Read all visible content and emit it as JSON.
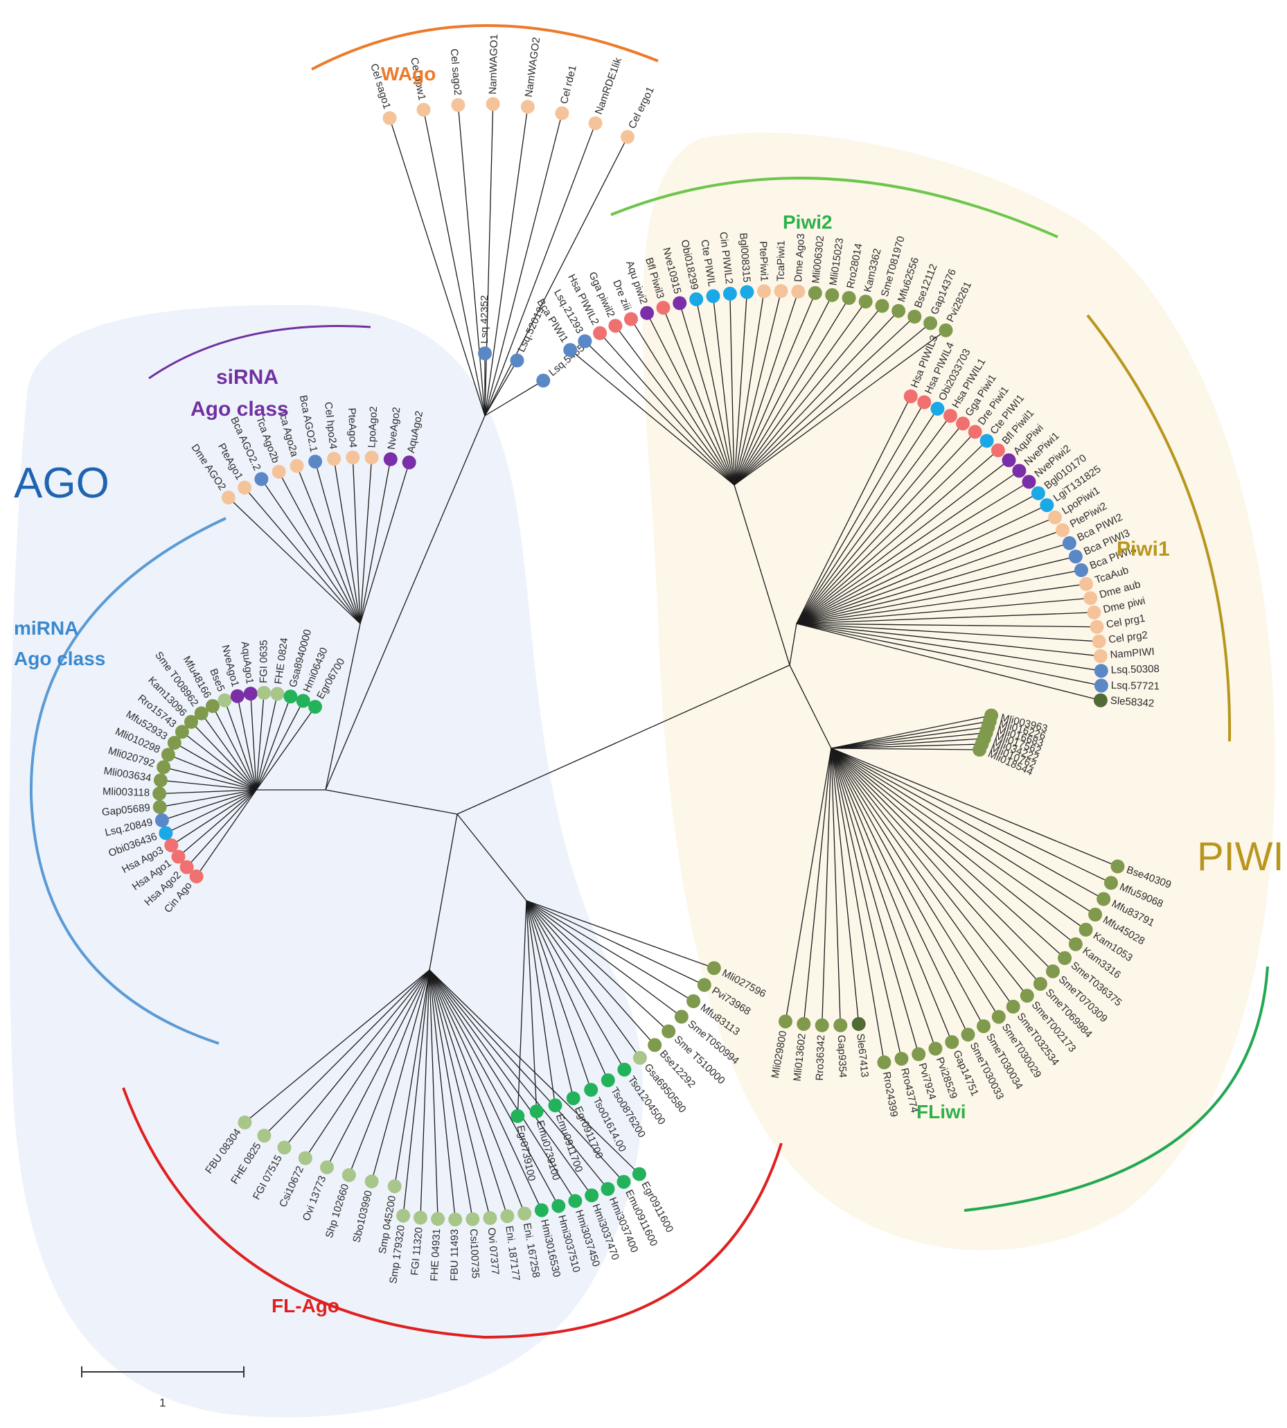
{
  "colors": {
    "ago_bg": "#eef3fb",
    "piwi_bg": "#fdf7ea",
    "wago": "#ec7a2a",
    "sirna": "#7030a0",
    "mirna": "#5b9bd5",
    "ago_big": "#1f64b0",
    "piwi2": "#3cb44b",
    "piwi1": "#b8961e",
    "fliwi": "#3cb44b",
    "flago": "#e02020",
    "pink": "#f5c39a",
    "red": "#f07070",
    "blue": "#5a87c6",
    "cyan": "#1aa8e6",
    "purple": "#7a2ea8",
    "olive": "#7f9a4c",
    "lightgreen": "#a8c68a",
    "green": "#22b35a",
    "darkgreen": "#506b34"
  },
  "clades": {
    "wago": "WAgo",
    "sirna_line1": "siRNA",
    "sirna_line2": "Ago class",
    "ago": "AGO",
    "mirna_line1": "miRNA",
    "mirna_line2": "Ago class",
    "piwi2": "Piwi2",
    "piwi1": "Piwi1",
    "piwi": "PIWI",
    "fliwi": "FLiwi",
    "flago": "FL-Ago"
  },
  "scale_label": "1",
  "leaves": [
    {
      "label": "Cel sago1",
      "color": "pink"
    },
    {
      "label": "Cel ppw1",
      "color": "pink"
    },
    {
      "label": "Cel sago2",
      "color": "pink"
    },
    {
      "label": "NamWAGO1",
      "color": "pink"
    },
    {
      "label": "NamWAGO2",
      "color": "pink"
    },
    {
      "label": "Cel rde1",
      "color": "pink"
    },
    {
      "label": "NamRDE1lik",
      "color": "pink"
    },
    {
      "label": "Cel ergo1",
      "color": "pink"
    },
    {
      "label": "Lsq.42352",
      "color": "blue"
    },
    {
      "label": "Lsq.52019",
      "color": "blue"
    },
    {
      "label": "Lsq.54857",
      "color": "blue"
    },
    {
      "label": "Dme AGO2",
      "color": "pink"
    },
    {
      "label": "PteAgo1",
      "color": "pink"
    },
    {
      "label": "Bca AGO2.2",
      "color": "blue"
    },
    {
      "label": "Tca Ago2b",
      "color": "pink"
    },
    {
      "label": "Tca Ago2a",
      "color": "pink"
    },
    {
      "label": "Bca AGO2.1",
      "color": "blue"
    },
    {
      "label": "Cel hpo24",
      "color": "pink"
    },
    {
      "label": "PteAgo4",
      "color": "pink"
    },
    {
      "label": "LpoAgo2",
      "color": "pink"
    },
    {
      "label": "NveAgo2",
      "color": "purple"
    },
    {
      "label": "AquAgo2",
      "color": "purple"
    },
    {
      "label": "Cin Ago",
      "color": "red"
    },
    {
      "label": "Hsa Ago2",
      "color": "red"
    },
    {
      "label": "Hsa Ago1",
      "color": "red"
    },
    {
      "label": "Hsa Ago3",
      "color": "red"
    },
    {
      "label": "Obi036436",
      "color": "cyan"
    },
    {
      "label": "Lsq.20849",
      "color": "blue"
    },
    {
      "label": "Gap05689",
      "color": "olive"
    },
    {
      "label": "Mli003118",
      "color": "olive"
    },
    {
      "label": "Mli003634",
      "color": "olive"
    },
    {
      "label": "Mli020792",
      "color": "olive"
    },
    {
      "label": "Mli010298",
      "color": "olive"
    },
    {
      "label": "Mfu52933",
      "color": "olive"
    },
    {
      "label": "Rro15743",
      "color": "olive"
    },
    {
      "label": "Kam13096",
      "color": "olive"
    },
    {
      "label": "Sme T008962",
      "color": "olive"
    },
    {
      "label": "Mfu48166",
      "color": "olive"
    },
    {
      "label": "Bse5",
      "color": "lightgreen"
    },
    {
      "label": "NveAgo1",
      "color": "purple"
    },
    {
      "label": "AquAgo1",
      "color": "purple"
    },
    {
      "label": "FGI 0635",
      "color": "lightgreen"
    },
    {
      "label": "FHE 0824",
      "color": "lightgreen"
    },
    {
      "label": "Gsa8940000",
      "color": "green"
    },
    {
      "label": "Hmi06430",
      "color": "green"
    },
    {
      "label": "Egr06700",
      "color": "green"
    },
    {
      "label": "Bca PIWI1",
      "color": "blue"
    },
    {
      "label": "Lsq.21293",
      "color": "blue"
    },
    {
      "label": "Hsa PIWIL2",
      "color": "red"
    },
    {
      "label": "Gga piwil2",
      "color": "red"
    },
    {
      "label": "Dre ziii",
      "color": "red"
    },
    {
      "label": "Aqu piwi2",
      "color": "purple"
    },
    {
      "label": "Bfl Piwil3",
      "color": "red"
    },
    {
      "label": "Nve10915",
      "color": "purple"
    },
    {
      "label": "Obi018299",
      "color": "cyan"
    },
    {
      "label": "Cte PIWIL",
      "color": "cyan"
    },
    {
      "label": "Cin PIWIL2",
      "color": "cyan"
    },
    {
      "label": "Bgl008315",
      "color": "cyan"
    },
    {
      "label": "PtePiwi1",
      "color": "pink"
    },
    {
      "label": "TcaPiwi1",
      "color": "pink"
    },
    {
      "label": "Dme Ago3",
      "color": "pink"
    },
    {
      "label": "Mli006302",
      "color": "olive"
    },
    {
      "label": "Mli015023",
      "color": "olive"
    },
    {
      "label": "Rro28014",
      "color": "olive"
    },
    {
      "label": "Kam3362",
      "color": "olive"
    },
    {
      "label": "SmeT081970",
      "color": "olive"
    },
    {
      "label": "Mfu62556",
      "color": "olive"
    },
    {
      "label": "Bse12112",
      "color": "olive"
    },
    {
      "label": "Gap14376",
      "color": "olive"
    },
    {
      "label": "Pvi28261",
      "color": "olive"
    },
    {
      "label": "Hsa PIWIL3",
      "color": "red"
    },
    {
      "label": "Hsa PIWIL4",
      "color": "red"
    },
    {
      "label": "Obi2033703",
      "color": "cyan"
    },
    {
      "label": "Hsa PIWIL1",
      "color": "red"
    },
    {
      "label": "Gga Piwi1",
      "color": "red"
    },
    {
      "label": "Dre Piwi1",
      "color": "red"
    },
    {
      "label": "Cte PIWI1",
      "color": "cyan"
    },
    {
      "label": "Bfl Piwil1",
      "color": "red"
    },
    {
      "label": "AquPiwi",
      "color": "purple"
    },
    {
      "label": "NvePiwi1",
      "color": "purple"
    },
    {
      "label": "NvePiwi2",
      "color": "purple"
    },
    {
      "label": "Bgl010170",
      "color": "cyan"
    },
    {
      "label": "LgiT131825",
      "color": "cyan"
    },
    {
      "label": "LpoPiwi1",
      "color": "pink"
    },
    {
      "label": "PtePiwi2",
      "color": "pink"
    },
    {
      "label": "Bca PIWI2",
      "color": "blue"
    },
    {
      "label": "Bca PIWI3",
      "color": "blue"
    },
    {
      "label": "Bca PIWI4",
      "color": "blue"
    },
    {
      "label": "TcaAub",
      "color": "pink"
    },
    {
      "label": "Dme aub",
      "color": "pink"
    },
    {
      "label": "Dme piwi",
      "color": "pink"
    },
    {
      "label": "Cel prg1",
      "color": "pink"
    },
    {
      "label": "Cel prg2",
      "color": "pink"
    },
    {
      "label": "NamPIWI",
      "color": "pink"
    },
    {
      "label": "Lsq.50308",
      "color": "blue"
    },
    {
      "label": "Lsq.57721",
      "color": "blue"
    },
    {
      "label": "Sle58342",
      "color": "darkgreen"
    },
    {
      "label": "Mli003963",
      "color": "olive"
    },
    {
      "label": "Mli016226",
      "color": "olive"
    },
    {
      "label": "Mli016683",
      "color": "olive"
    },
    {
      "label": "Mli017562",
      "color": "olive"
    },
    {
      "label": "Mli034222",
      "color": "olive"
    },
    {
      "label": "Mli010762",
      "color": "olive"
    },
    {
      "label": "Mli018544",
      "color": "olive"
    },
    {
      "label": "Bse40309",
      "color": "olive"
    },
    {
      "label": "Mfu59068",
      "color": "olive"
    },
    {
      "label": "Mfu83791",
      "color": "olive"
    },
    {
      "label": "Mfu45028",
      "color": "olive"
    },
    {
      "label": "Kam1053",
      "color": "olive"
    },
    {
      "label": "Kam3316",
      "color": "olive"
    },
    {
      "label": "SmeT036375",
      "color": "olive"
    },
    {
      "label": "SmeT070309",
      "color": "olive"
    },
    {
      "label": "SmeT069984",
      "color": "olive"
    },
    {
      "label": "SmeT002173",
      "color": "olive"
    },
    {
      "label": "SmeT032534",
      "color": "olive"
    },
    {
      "label": "SmeT030029",
      "color": "olive"
    },
    {
      "label": "SmeT030034",
      "color": "olive"
    },
    {
      "label": "SmeT030033",
      "color": "olive"
    },
    {
      "label": "Gap14751",
      "color": "olive"
    },
    {
      "label": "Pvi28529",
      "color": "olive"
    },
    {
      "label": "Pvi7924",
      "color": "olive"
    },
    {
      "label": "Rro43774",
      "color": "olive"
    },
    {
      "label": "Rro24399",
      "color": "olive"
    },
    {
      "label": "Sle67413",
      "color": "darkgreen"
    },
    {
      "label": "Gap9354",
      "color": "olive"
    },
    {
      "label": "Rro36342",
      "color": "olive"
    },
    {
      "label": "Mli013602",
      "color": "olive"
    },
    {
      "label": "Mli029800",
      "color": "olive"
    },
    {
      "label": "Mli027596",
      "color": "olive"
    },
    {
      "label": "Pvi73968",
      "color": "olive"
    },
    {
      "label": "Mfu83113",
      "color": "olive"
    },
    {
      "label": "SmeT050994",
      "color": "olive"
    },
    {
      "label": "Sme T510000",
      "color": "olive"
    },
    {
      "label": "Bse12292",
      "color": "olive"
    },
    {
      "label": "Gsa6950580",
      "color": "lightgreen"
    },
    {
      "label": "Tso1204500",
      "color": "green"
    },
    {
      "label": "Tso0876200",
      "color": "green"
    },
    {
      "label": "Tso01614.00",
      "color": "green"
    },
    {
      "label": "Egr0911700",
      "color": "green"
    },
    {
      "label": "Emu0911700",
      "color": "green"
    },
    {
      "label": "Emu0739100",
      "color": "green"
    },
    {
      "label": "Egr0739100",
      "color": "green"
    },
    {
      "label": "Egr0911600",
      "color": "green"
    },
    {
      "label": "Emu0911600",
      "color": "green"
    },
    {
      "label": "Hmi3037400",
      "color": "green"
    },
    {
      "label": "Hmi3037470",
      "color": "green"
    },
    {
      "label": "Hmi3037450",
      "color": "green"
    },
    {
      "label": "Hmi3037510",
      "color": "green"
    },
    {
      "label": "Hmi3016530",
      "color": "green"
    },
    {
      "label": "Eni. 167258",
      "color": "lightgreen"
    },
    {
      "label": "Eni. 187177",
      "color": "lightgreen"
    },
    {
      "label": "Ovi 07377",
      "color": "lightgreen"
    },
    {
      "label": "Csi100735",
      "color": "lightgreen"
    },
    {
      "label": "FBU 11493",
      "color": "lightgreen"
    },
    {
      "label": "FHE 04931",
      "color": "lightgreen"
    },
    {
      "label": "FGI 11320",
      "color": "lightgreen"
    },
    {
      "label": "Smp 179320",
      "color": "lightgreen"
    },
    {
      "label": "Smp 045200",
      "color": "lightgreen"
    },
    {
      "label": "Sbo103990",
      "color": "lightgreen"
    },
    {
      "label": "Shp 102660",
      "color": "lightgreen"
    },
    {
      "label": "Ovi 13773",
      "color": "lightgreen"
    },
    {
      "label": "Csi10672",
      "color": "lightgreen"
    },
    {
      "label": "FGI 07515",
      "color": "lightgreen"
    },
    {
      "label": "FHE 0825",
      "color": "lightgreen"
    },
    {
      "label": "FBU 08304",
      "color": "lightgreen"
    }
  ]
}
